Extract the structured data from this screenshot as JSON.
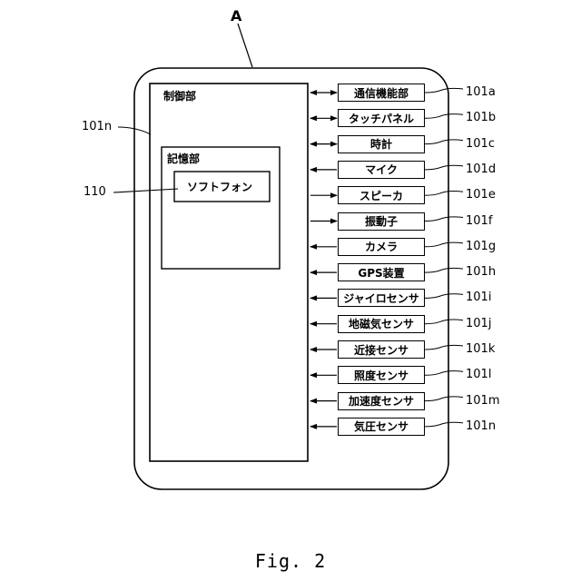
{
  "device_label": "A",
  "controller_label": "制御部",
  "storage_label": "記憶部",
  "softphone_label": "ソフトフォン",
  "softphone_ref": "110",
  "controller_ref": "101n",
  "components": [
    {
      "name": "通信機能部",
      "ref": "101a",
      "arrow": "both"
    },
    {
      "name": "タッチパネル",
      "ref": "101b",
      "arrow": "both"
    },
    {
      "name": "時計",
      "ref": "101c",
      "arrow": "both"
    },
    {
      "name": "マイク",
      "ref": "101d",
      "arrow": "left"
    },
    {
      "name": "スピーカ",
      "ref": "101e",
      "arrow": "right"
    },
    {
      "name": "振動子",
      "ref": "101f",
      "arrow": "right"
    },
    {
      "name": "カメラ",
      "ref": "101g",
      "arrow": "left"
    },
    {
      "name": "GPS装置",
      "ref": "101h",
      "arrow": "left"
    },
    {
      "name": "ジャイロセンサ",
      "ref": "101i",
      "arrow": "left"
    },
    {
      "name": "地磁気センサ",
      "ref": "101j",
      "arrow": "left"
    },
    {
      "name": "近接センサ",
      "ref": "101k",
      "arrow": "left"
    },
    {
      "name": "照度センサ",
      "ref": "101l",
      "arrow": "left"
    },
    {
      "name": "加速度センサ",
      "ref": "101m",
      "arrow": "left"
    },
    {
      "name": "気圧センサ",
      "ref": "101n",
      "arrow": "left"
    }
  ],
  "caption": "Fig. 2"
}
